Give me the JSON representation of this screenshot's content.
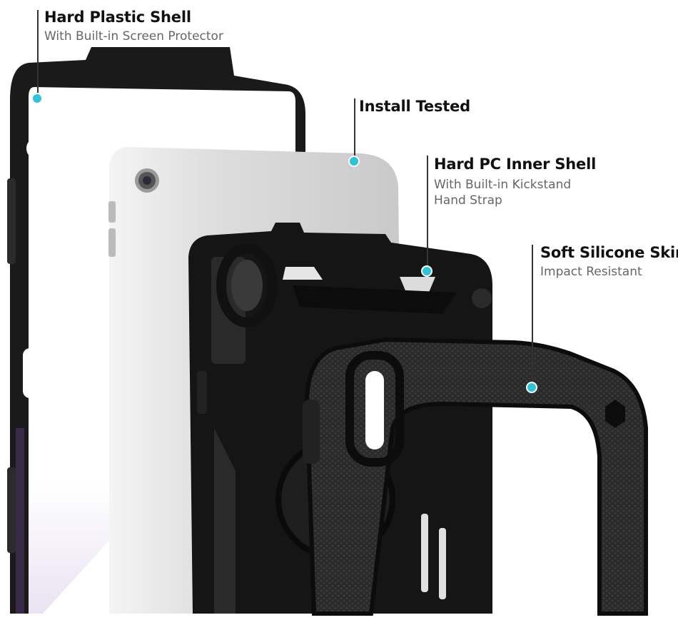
{
  "callouts": {
    "hard_plastic_shell": {
      "title": "Hard Plastic Shell",
      "subtitle": "With Built-in Screen Protector"
    },
    "install_tested": {
      "title": "Install Tested"
    },
    "hard_pc_inner_shell": {
      "title": "Hard PC Inner Shell",
      "subtitle_line1": "With Built-in Kickstand",
      "subtitle_line2": "Hand Strap"
    },
    "soft_silicone_skin": {
      "title": "Soft Silicone Skin",
      "subtitle": "Impact Resistant"
    }
  },
  "colors": {
    "accent_dot": "#2cc4d8",
    "case_black": "#161616",
    "tablet_silver": "#dcdcdc",
    "background": "#ffffff"
  }
}
